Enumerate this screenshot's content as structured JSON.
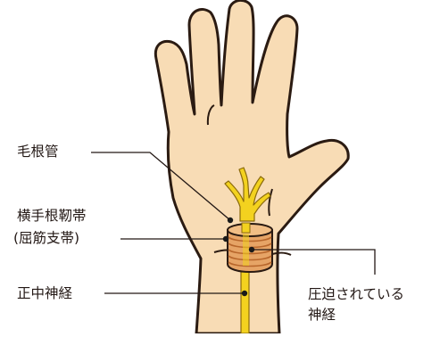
{
  "labels": {
    "capillary_tube": "毛根管",
    "transverse_ligament_line1": "横手根靭帯",
    "transverse_ligament_line2": "(屈筋支帯)",
    "median_nerve": "正中神経",
    "compressed_nerve_line1": "圧迫されている",
    "compressed_nerve_line2": "神経"
  },
  "colors": {
    "skin": "#f8dcb5",
    "outline": "#2b1b12",
    "nerve": "#f3d21f",
    "ligament": "#e6a466",
    "ligament_stripe": "#b8672c",
    "leader_line": "#231815"
  }
}
